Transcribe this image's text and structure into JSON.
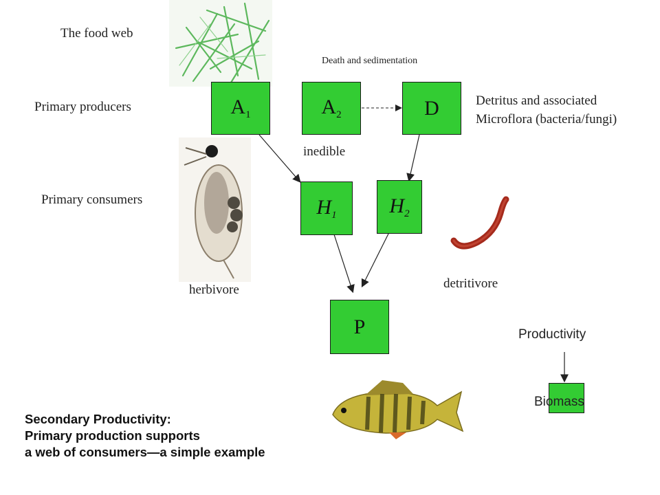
{
  "title": "The food web",
  "rows": {
    "producers": "Primary producers",
    "consumers": "Primary consumers"
  },
  "death_label": "Death and sedimentation",
  "detritus_label": {
    "line1": "Detritus and associated",
    "line2": "Microflora (bacteria/fungi)"
  },
  "nodes": {
    "a1": {
      "letter": "A",
      "sub": "1"
    },
    "a2": {
      "letter": "A",
      "sub": "2"
    },
    "d": {
      "letter": "D"
    },
    "h1": {
      "letter": "H",
      "sub": "1"
    },
    "h2": {
      "letter": "H",
      "sub": "2"
    },
    "p": {
      "letter": "P"
    }
  },
  "labels": {
    "inedible": "inedible",
    "herbivore": "herbivore",
    "detritivore": "detritivore"
  },
  "legend": {
    "top": "Productivity",
    "box": "Biomass"
  },
  "caption": {
    "line1": "Secondary Productivity:",
    "line2": "Primary production supports",
    "line3": "a web of consumers—a simple example"
  },
  "colors": {
    "node_fill": "#33cc33",
    "arrow": "#222222",
    "worm": "#a52a1c",
    "fish": "#b7a530",
    "algae": "#5db85d"
  },
  "images": {
    "algae": "algae-photo",
    "daphnia": "daphnia-photo",
    "worm": "bloodworm-photo",
    "fish": "perch-photo"
  }
}
